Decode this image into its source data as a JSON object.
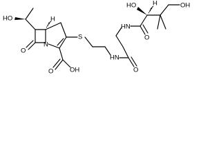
{
  "molecule": {
    "labels": {
      "ho_left": "HO",
      "h_left": "H",
      "o_lactam": "O",
      "n_ring": "N",
      "s_thio": "S",
      "oh_acid": "OH",
      "o_acid": "O",
      "nh_lower": "HN",
      "o_lower": "O",
      "nh_upper": "HN",
      "o_upper": "O",
      "ho_top": "HO",
      "h_top": "H",
      "oh_right": "OH"
    },
    "colors": {
      "bond": "#000000",
      "label": "#000000",
      "background": "#ffffff"
    }
  }
}
